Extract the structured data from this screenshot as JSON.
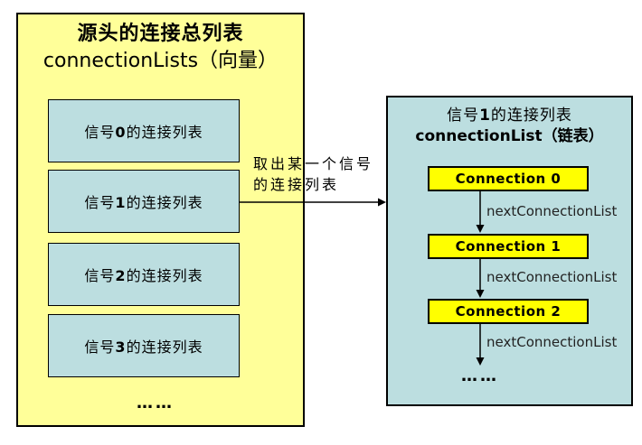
{
  "left_panel": {
    "title_line1": "源头的连接总列表",
    "title_line2": "connectionLists（向量）",
    "items": [
      {
        "prefix": "信号",
        "num": "0",
        "suffix": "的连接列表"
      },
      {
        "prefix": "信号",
        "num": "1",
        "suffix": "的连接列表"
      },
      {
        "prefix": "信号",
        "num": "2",
        "suffix": "的连接列表"
      },
      {
        "prefix": "信号",
        "num": "3",
        "suffix": "的连接列表"
      }
    ],
    "ellipsis": "……"
  },
  "middle_annotation": {
    "line1": "取出某一个信号",
    "line2": "的连接列表"
  },
  "right_panel": {
    "title": {
      "prefix": "信号",
      "num": "1",
      "suffix": "的连接列表"
    },
    "title_line2": "connectionList（链表）",
    "nodes": [
      "Connection 0",
      "Connection 1",
      "Connection 2"
    ],
    "edge_label": "nextConnectionList",
    "ellipsis": "……"
  },
  "colors": {
    "left_panel_fill": "#FFFF99",
    "list_box_fill": "#BCDEE0",
    "right_panel_fill": "#BCDEE0",
    "node_fill": "#FFFF00",
    "border": "#000000"
  }
}
